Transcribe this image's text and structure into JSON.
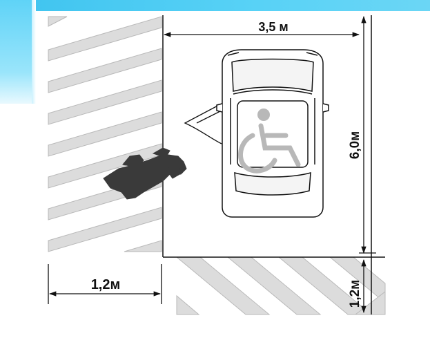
{
  "dimensions": {
    "width_label": "3,5 м",
    "length_label": "6,0м",
    "side_aisle_label": "1,2м",
    "rear_aisle_label": "1,2м"
  },
  "colors": {
    "hatch": "#dcdcdc",
    "hatch_stroke": "#b9b9b9",
    "line": "#111111",
    "symbol": "#b8b8b8",
    "wheelchair_user": "#3a3a3a",
    "header_bar": "#4fcdf3"
  }
}
